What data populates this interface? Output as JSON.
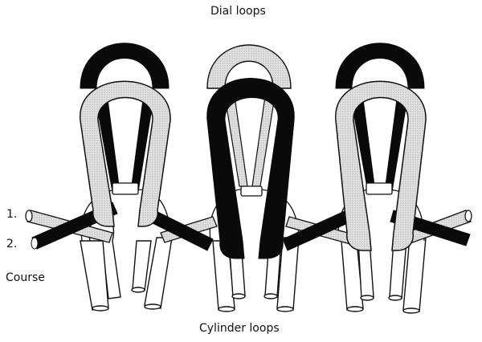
{
  "diagram": {
    "title_top": "Dial loops",
    "title_bottom": "Cylinder loops",
    "course_labels": [
      "1.",
      "2."
    ],
    "course_caption": "Course",
    "colors": {
      "dark_yarn": "#0a0a0a",
      "light_yarn": "#d9d9d9",
      "outline": "#111111",
      "background": "#ffffff"
    },
    "wales": [
      {
        "position": "left",
        "back_dial_loop": "dark",
        "front_dial_loop": "light"
      },
      {
        "position": "center",
        "back_dial_loop": "light",
        "front_dial_loop": "dark"
      },
      {
        "position": "right",
        "back_dial_loop": "dark",
        "front_dial_loop": "light"
      }
    ],
    "courses": [
      {
        "number": "1.",
        "yarn": "light"
      },
      {
        "number": "2.",
        "yarn": "dark"
      }
    ]
  }
}
